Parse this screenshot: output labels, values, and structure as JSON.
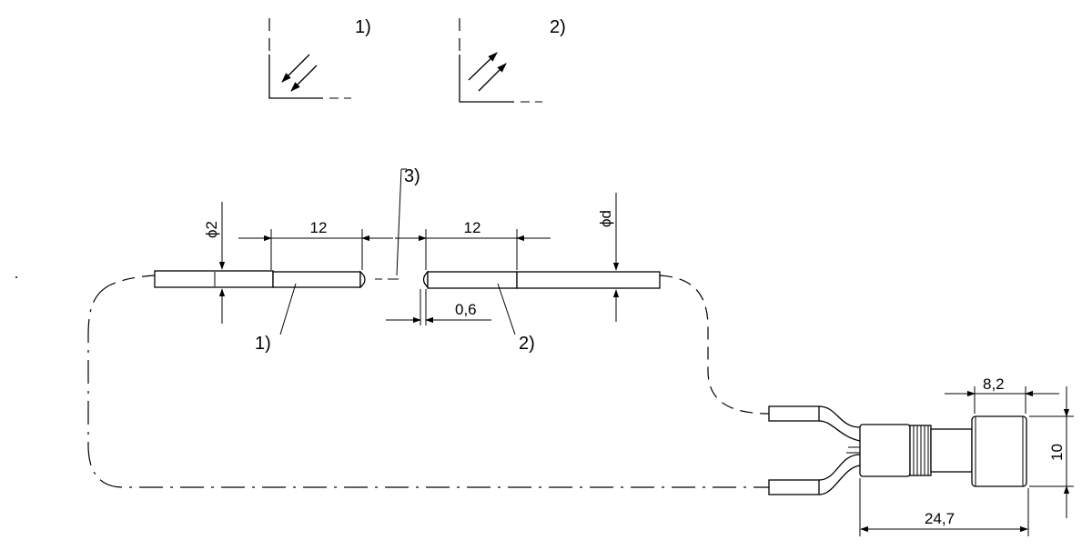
{
  "legend": {
    "item1_label": "1)",
    "item2_label": "2)"
  },
  "callouts": {
    "c1": "1)",
    "c2": "2)",
    "c3": "3)"
  },
  "dimensions": {
    "dia_left": "ϕ2",
    "dia_right": "ϕd",
    "len_left": "12",
    "len_right": "12",
    "gap": "0,6",
    "conn_width": "8,2",
    "conn_height": "10",
    "conn_length": "24,7"
  },
  "icons": [
    "receiver-arrows-icon",
    "emitter-arrows-icon"
  ]
}
